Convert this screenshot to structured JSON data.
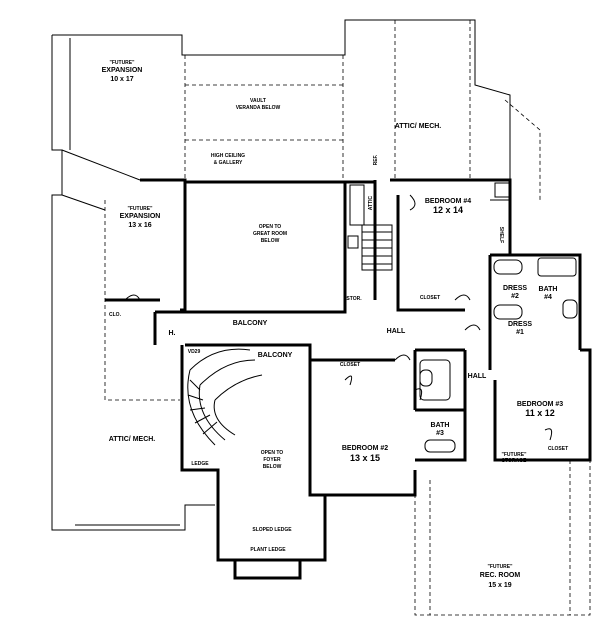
{
  "plan": {
    "rooms": {
      "future_expansion_top": {
        "tag": "\"FUTURE\"",
        "name": "EXPANSION",
        "size": "10 x 17"
      },
      "vault": {
        "line1": "VAULT",
        "line2": "VERANDA BELOW"
      },
      "high_ceiling": {
        "line1": "HIGH CEILING",
        "line2": "& GALLERY"
      },
      "attic_mech_top": {
        "name": "ATTIC/ MECH."
      },
      "future_expansion_left": {
        "tag": "\"FUTURE\"",
        "name": "EXPANSION",
        "size": "13 x 16"
      },
      "open_great_room": {
        "line1": "OPEN TO",
        "line2": "GREAT ROOM",
        "line3": "BELOW"
      },
      "bedroom4": {
        "name": "BEDROOM #4",
        "size": "12 x 14",
        "closet": "CLOSET"
      },
      "dress2": {
        "name": "DRESS",
        "num": "#2"
      },
      "bath4": {
        "name": "BATH",
        "num": "#4"
      },
      "dress1": {
        "name": "DRESS",
        "num": "#1"
      },
      "balcony_top": {
        "name": "BALCONY"
      },
      "balcony_lower": {
        "name": "BALCONY"
      },
      "hall_center": {
        "name": "HALL"
      },
      "hall_right": {
        "name": "HALL"
      },
      "stor": {
        "name": "STOR."
      },
      "closet_mid": {
        "name": "CLOSET"
      },
      "bedroom3": {
        "name": "BEDROOM #3",
        "size": "11 x 12",
        "closet": "CLOSET"
      },
      "bath3": {
        "name": "BATH",
        "num": "#3"
      },
      "attic_mech_left": {
        "name": "ATTIC/ MECH."
      },
      "open_foyer": {
        "line1": "OPEN TO",
        "line2": "FOYER",
        "line3": "BELOW"
      },
      "bedroom2": {
        "name": "BEDROOM #2",
        "size": "13 x 15"
      },
      "future_storage": {
        "line1": "\"FUTURE\"",
        "line2": "STORAGE"
      },
      "sloped_ledge": {
        "name": "SLOPED LEDGE"
      },
      "plant_ledge": {
        "name": "PLANT LEDGE"
      },
      "future_rec_room": {
        "tag": "\"FUTURE\"",
        "name": "REC. ROOM",
        "size": "15 x 19"
      }
    },
    "small_labels": {
      "h": "H.",
      "ledge": "LEDGE",
      "vd": "VD29",
      "clo": "CLO.",
      "shelf": "SHELF",
      "attic": "ATTIC",
      "ref": "REF."
    }
  }
}
